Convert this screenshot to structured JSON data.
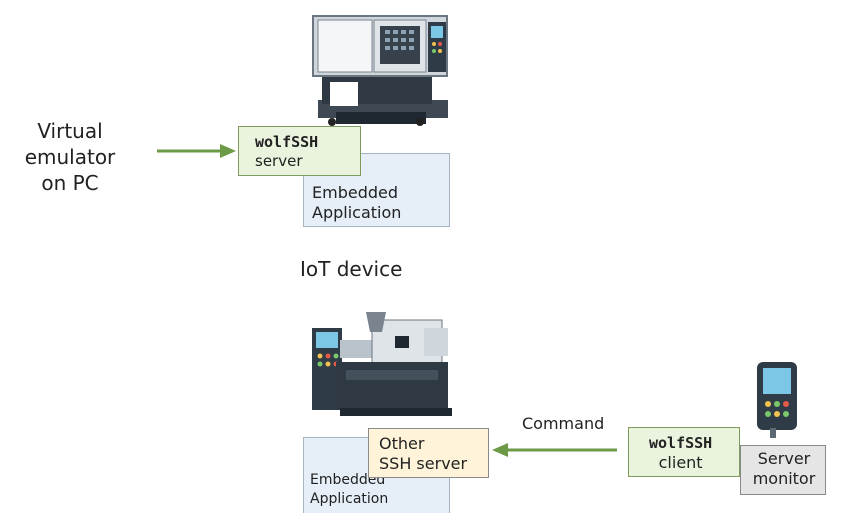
{
  "top": {
    "left_label": [
      "Virtual",
      "emulator",
      "on PC"
    ],
    "server_box": {
      "line1": "wolfSSH",
      "line2": "server"
    },
    "app_box": {
      "line1": "Embedded",
      "line2": "Application"
    },
    "caption": "IoT device"
  },
  "bottom": {
    "app_box": {
      "line1": "Embedded",
      "line2": "Application"
    },
    "other_server": {
      "line1": "Other",
      "line2": "SSH server"
    },
    "arrow_label": "Command",
    "client_box": {
      "line1": "wolfSSH",
      "line2": "client"
    },
    "monitor_box": {
      "line1": "Server",
      "line2": "monitor"
    }
  },
  "colors": {
    "arrow": "#6d9a46",
    "embedded_fill": "#e6eef8",
    "wolfssh_fill": "#e9f3dd",
    "other_server_fill": "#fff4d9",
    "monitor_fill": "#e5e5e5"
  }
}
